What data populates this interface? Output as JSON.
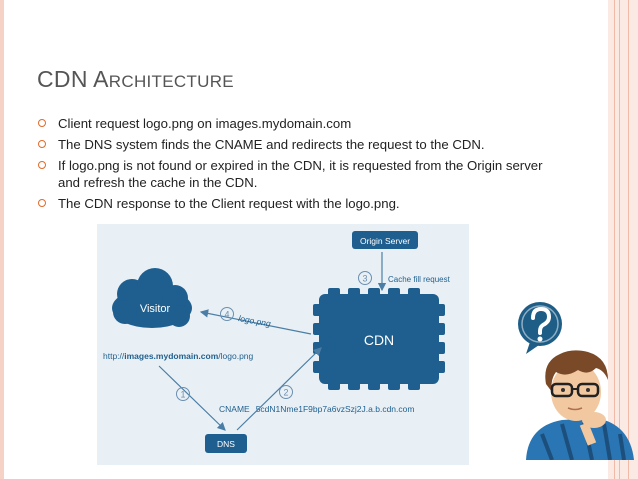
{
  "slide": {
    "title_first": "CDN A",
    "title_rest": "RCHITECTURE",
    "bullets": [
      "Client request logo.png on images.mydomain.com",
      "The DNS system finds the CNAME and redirects the request to the CDN.",
      "If logo.png is not found or expired in the CDN, it is requested from the Origin server and refresh the cache in the CDN.",
      "The CDN response to the Client request with the logo.png."
    ]
  },
  "diagram": {
    "origin_server": "Origin Server",
    "cache_fill": "Cache fill request",
    "visitor": "Visitor",
    "cdn": "CDN",
    "dns": "DNS",
    "logo_label": "logo.png",
    "url_prefix": "http://",
    "url_domain": "images.mydomain.com",
    "url_path": "/logo.png",
    "cname_label": "CNAME",
    "cname_value": "5cdN1Nme1F9bp7a6vzSzj2J.a.b.cdn.com",
    "steps": [
      "1",
      "2",
      "3",
      "4"
    ],
    "colors": {
      "node": "#1f5f8f",
      "arrow": "#4a7ea6",
      "step": "#6b8fb0",
      "bg": "#e9f0f5"
    }
  },
  "figure": {
    "icon": "question-mark-icon",
    "person": "thinking-person"
  }
}
